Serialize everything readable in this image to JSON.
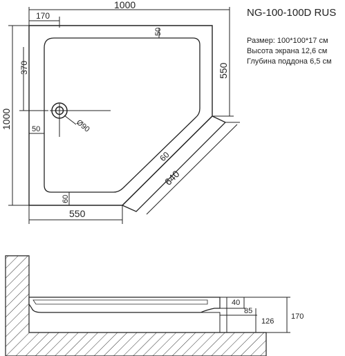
{
  "title": "NG-100-100D RUS",
  "specs": [
    "Размер: 100*100*17 см",
    "Высота экрана 12,6 см",
    "Глубина поддона 6,5 см"
  ],
  "plan_dimensions": {
    "top_width": "1000",
    "top_offset": "170",
    "left_height": "1000",
    "drain_offset_y": "370",
    "right_side": "550",
    "bottom_side": "550",
    "diagonal": "640",
    "rim_top": "50",
    "rim_left": "50",
    "rim_diagonal": "60",
    "rim_bottom": "60",
    "drain_diameter": "Ø90"
  },
  "section_dimensions": {
    "d40": "40",
    "d85": "85",
    "d126": "126",
    "d170": "170"
  }
}
